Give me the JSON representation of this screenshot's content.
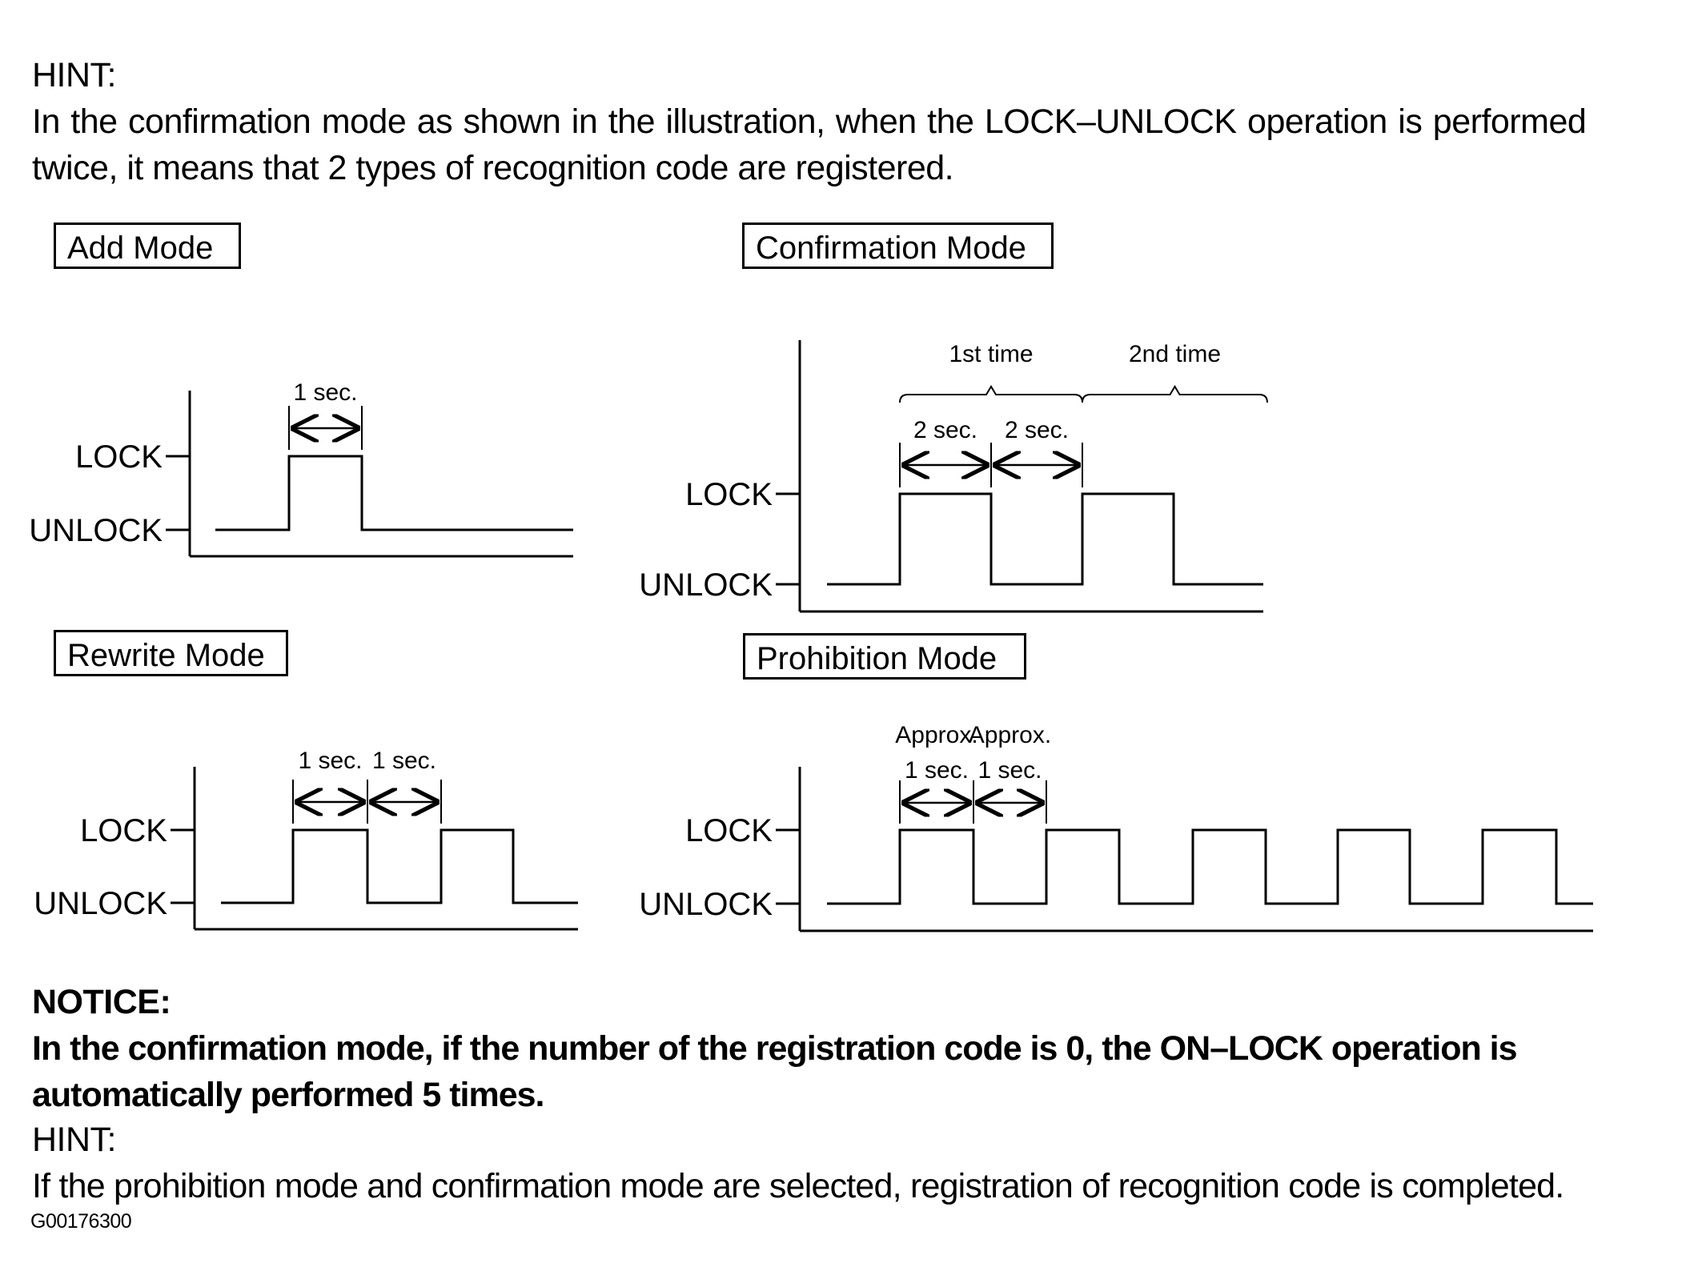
{
  "hint1": {
    "heading": "HINT:",
    "line1": "In the confirmation mode as shown in the illustration, when the LOCK–UNLOCK operation is performed",
    "line2": "twice, it means that 2 types of recognition code are registered."
  },
  "modes": {
    "add": {
      "title": "Add Mode",
      "lock_label": "LOCK",
      "unlock_label": "UNLOCK",
      "intervals": [
        "1 sec."
      ],
      "levels": [
        0,
        1,
        0
      ]
    },
    "confirmation": {
      "title": "Confirmation Mode",
      "lock_label": "LOCK",
      "unlock_label": "UNLOCK",
      "groups": [
        "1st time",
        "2nd time"
      ],
      "intervals": [
        "2 sec.",
        "2 sec."
      ],
      "levels": [
        0,
        1,
        0,
        1,
        0
      ]
    },
    "rewrite": {
      "title": "Rewrite Mode",
      "lock_label": "LOCK",
      "unlock_label": "UNLOCK",
      "intervals": [
        "1 sec.",
        "1 sec."
      ],
      "levels": [
        0,
        1,
        0,
        1,
        0
      ]
    },
    "prohibition": {
      "title": "Prohibition Mode",
      "lock_label": "LOCK",
      "unlock_label": "UNLOCK",
      "interval_prefix": [
        "Approx.",
        "Approx."
      ],
      "intervals": [
        "1 sec.",
        "1 sec."
      ],
      "levels": [
        0,
        1,
        0,
        1,
        0,
        1,
        0,
        1,
        0,
        1,
        0
      ]
    }
  },
  "notice": {
    "heading": "NOTICE:",
    "line1": "In the confirmation mode, if the number of the registration code is 0, the ON–LOCK operation is",
    "line2": "automatically  performed 5 times."
  },
  "hint2": {
    "heading": "HINT:",
    "line1": "If the prohibition mode and confirmation mode are selected, registration of recognition code is completed."
  },
  "figure_id": "G00176300"
}
